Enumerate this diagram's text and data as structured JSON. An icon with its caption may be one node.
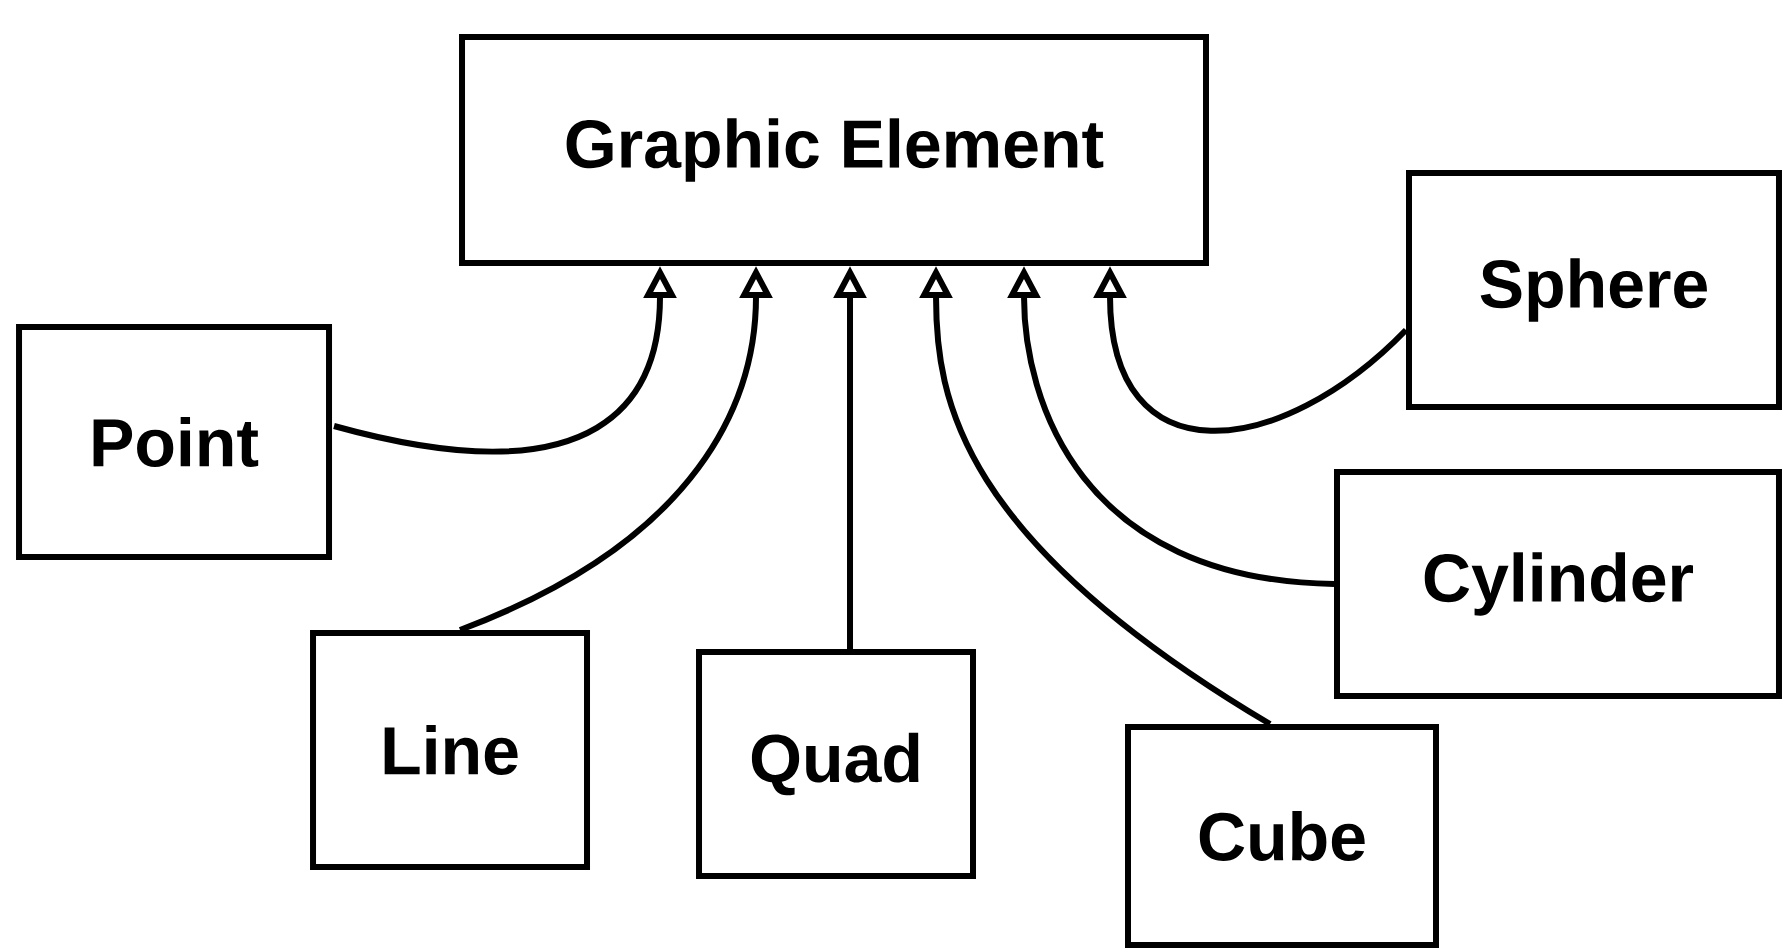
{
  "diagram": {
    "nodes": [
      {
        "text": [
          "Graphic Element"
        ]
      },
      {
        "text": [
          "Point"
        ]
      },
      {
        "text": [
          "Line"
        ]
      },
      {
        "text": [
          "Quad"
        ]
      },
      {
        "text": [
          "Cube"
        ]
      },
      {
        "text": [
          "Sphere"
        ]
      },
      {
        "text": [
          "Cylinder"
        ]
      }
    ],
    "edges": [
      {
        "from": 1,
        "to": 0,
        "arrow": "to"
      },
      {
        "from": 2,
        "to": 0,
        "arrow": "to"
      },
      {
        "from": 3,
        "to": 0,
        "arrow": "to"
      },
      {
        "from": 4,
        "to": 0,
        "arrow": "to"
      },
      {
        "from": 6,
        "to": 0,
        "arrow": "to"
      },
      {
        "from": 5,
        "to": 0,
        "arrow": "to"
      }
    ]
  }
}
